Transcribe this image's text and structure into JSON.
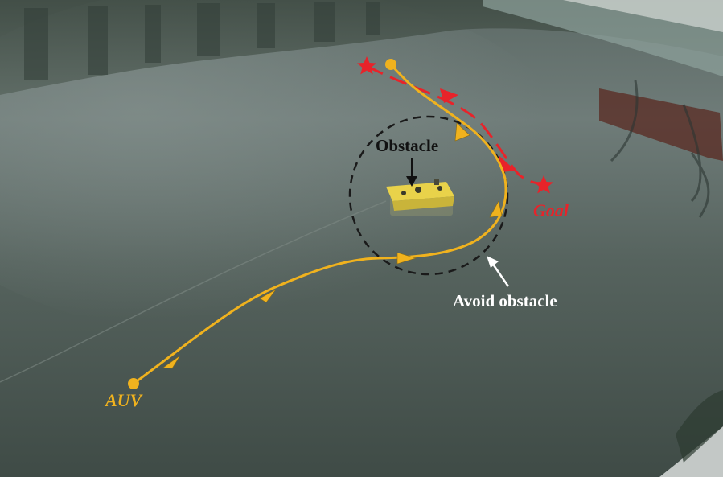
{
  "labels": {
    "obstacle": "Obstacle",
    "avoid": "Avoid obstacle",
    "goal": "Goal",
    "auv": "AUV"
  },
  "colors": {
    "water": "#4f5c56",
    "auv_path": "#f0b21e",
    "planned_path": "#e8232a",
    "obstacle_circle": "#1a1a1a",
    "obstacle_label": "#111111",
    "avoid_label": "#ffffff"
  },
  "icons": {
    "goal_marker": "star-icon",
    "start_marker": "circle-dot-icon",
    "direction_marker": "triangle-arrow-icon"
  }
}
